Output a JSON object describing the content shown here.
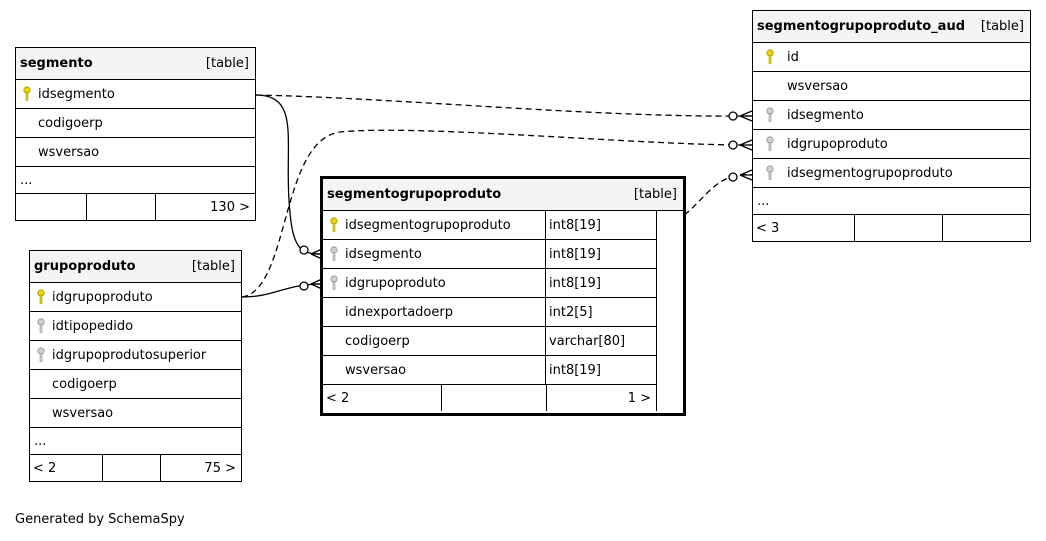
{
  "tables": {
    "segmento": {
      "name": "segmento",
      "kind": "[table]",
      "columns": [
        "idsegmento",
        "codigoerp",
        "wsversao"
      ],
      "ellipsis": "...",
      "footer": [
        "",
        "",
        "130 >"
      ]
    },
    "grupoproduto": {
      "name": "grupoproduto",
      "kind": "[table]",
      "columns": [
        "idgrupoproduto",
        "idtipopedido",
        "idgrupoprodutosuperior",
        "codigoerp",
        "wsversao"
      ],
      "ellipsis": "...",
      "footer": [
        "< 2",
        "",
        "75 >"
      ]
    },
    "segmentogrupoproduto": {
      "name": "segmentogrupoproduto",
      "kind": "[table]",
      "columns": [
        "idsegmentogrupoproduto",
        "idsegmento",
        "idgrupoproduto",
        "idnexportadoerp",
        "codigoerp",
        "wsversao"
      ],
      "types": [
        "int8[19]",
        "int8[19]",
        "int8[19]",
        "int2[5]",
        "varchar[80]",
        "int8[19]"
      ],
      "footer": [
        "< 2",
        "",
        "1 >"
      ]
    },
    "segmentogrupoproduto_aud": {
      "name": "segmentogrupoproduto_aud",
      "kind": "[table]",
      "columns": [
        "id",
        "wsversao",
        "idsegmento",
        "idgrupoproduto",
        "idsegmentogrupoproduto"
      ],
      "ellipsis": "...",
      "footer": [
        "< 3",
        "",
        ""
      ]
    }
  },
  "credit": "Generated by SchemaSpy",
  "colors": {
    "primary_key": "#e8d400",
    "foreign_key": "#b0b0b0",
    "header_bg": "#f4f4f4"
  },
  "icons": {
    "primary_key": "key-icon",
    "foreign_key": "foreign-key-icon"
  }
}
